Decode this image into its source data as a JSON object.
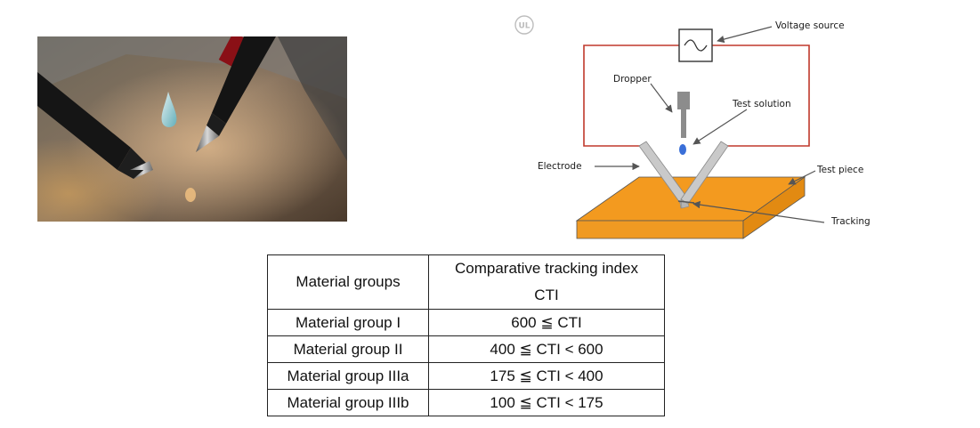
{
  "ul_mark": "UL",
  "diagram_labels": {
    "voltage_source": "Voltage source",
    "dropper": "Dropper",
    "test_solution": "Test solution",
    "electrode": "Electrode",
    "test_piece": "Test piece",
    "tracking": "Tracking"
  },
  "table": {
    "header_col1": "Material groups",
    "header_col2_line1": "Comparative tracking index",
    "header_col2_line2": "CTI",
    "rows": [
      {
        "group": "Material group I",
        "range": "600 ≦ CTI"
      },
      {
        "group": "Material group II",
        "range": "400 ≦ CTI < 600"
      },
      {
        "group": "Material group IIIa",
        "range": "175 ≦ CTI < 400"
      },
      {
        "group": "Material group IIIb",
        "range": "100 ≦ CTI < 175"
      }
    ]
  },
  "colors": {
    "circuit_wire": "#c0392b",
    "test_piece": "#f39a1f",
    "droplet": "#3a6fd8"
  }
}
